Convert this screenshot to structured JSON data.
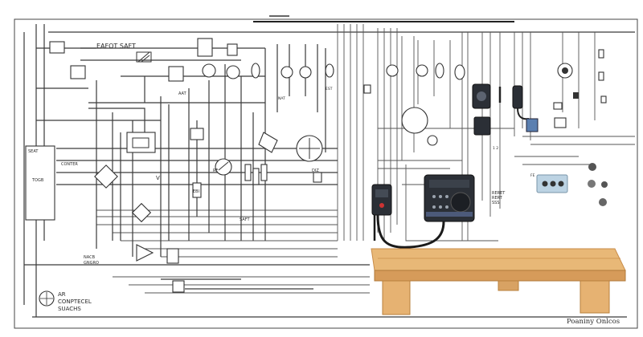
{
  "labels": {
    "top_left_title": "EAFOT SAFT",
    "left_panel": "SEAT",
    "left_panel_2": "TOGB",
    "contr": "CONTER",
    "mid_left_vert": "V",
    "rf_label": "RF",
    "aat": "AAT",
    "ebi": "EBI",
    "bottom_left_a": "NACB",
    "bottom_left_b": "GNGRO",
    "saft": "SAFT",
    "diz": "DIZ",
    "right_label_1": "RERET",
    "right_label_2": "RERT",
    "right_label_3": "SSS",
    "logo_line_1": "AR",
    "logo_line_2": "CONPTECEL",
    "logo_line_3": "SUACHS",
    "watermark": "Poaniny Onlcos",
    "small_1": "NAT",
    "small_2": "1 2",
    "small_3": "EST",
    "small_4": "FE"
  },
  "colors": {
    "line": "#3a3a3a",
    "device_dark": "#2b2f36",
    "device_blue": "#5b7fb0",
    "wood_light": "#e8b877",
    "wood_dark": "#c98d4a",
    "panel_blue": "#bcd3e3"
  }
}
